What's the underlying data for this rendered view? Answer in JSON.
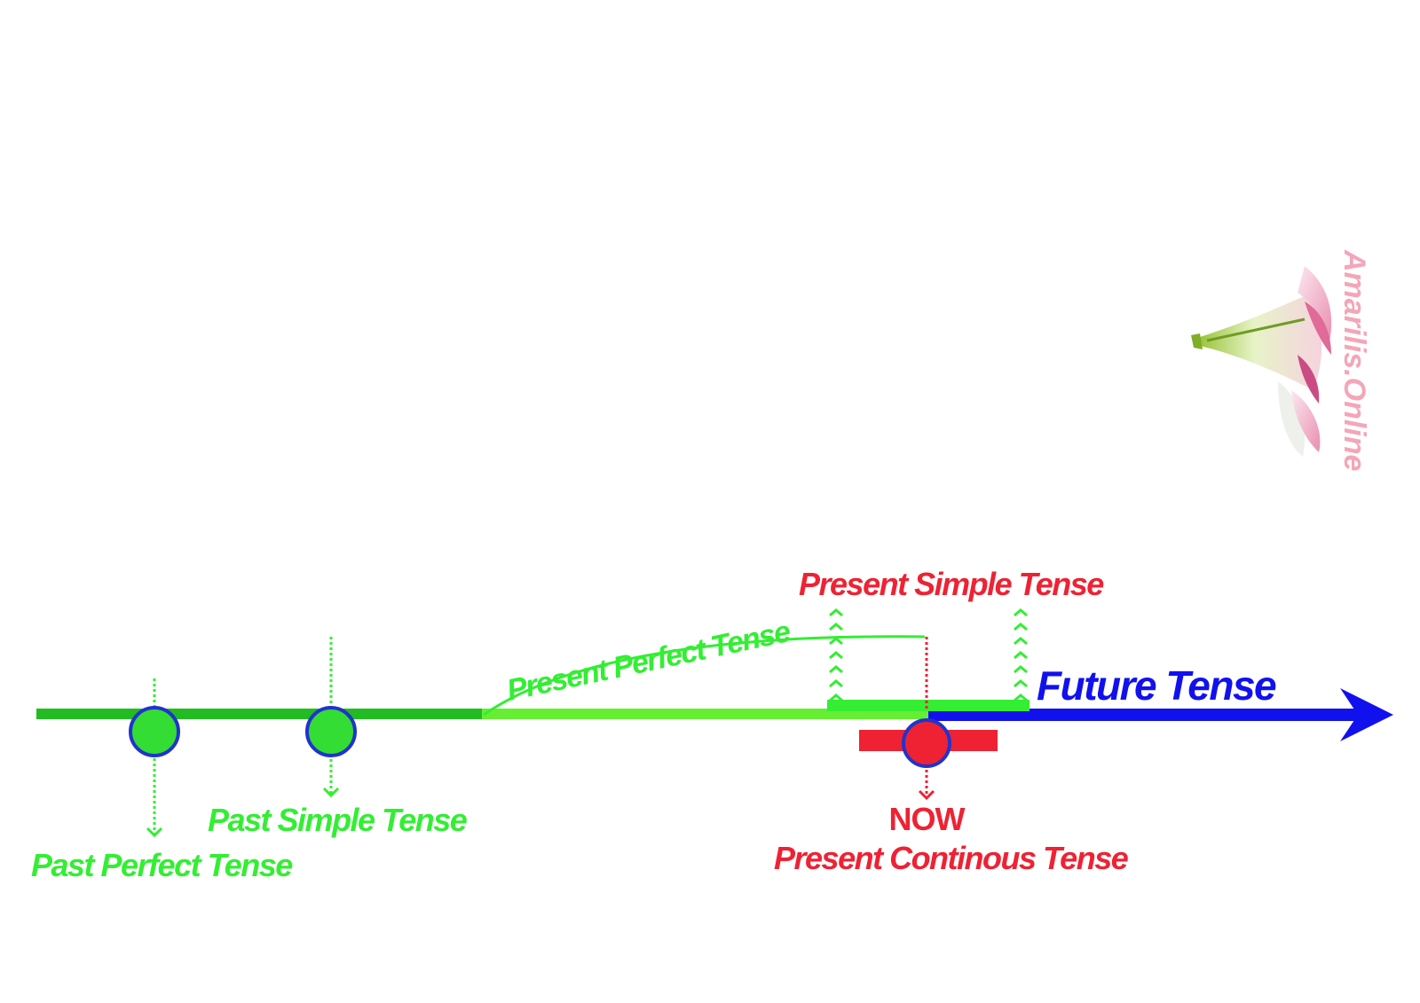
{
  "colors": {
    "past": "#22bb22",
    "past_light": "#66ee33",
    "label_green": "#33ee33",
    "present": "#ee2233",
    "future": "#1111ee",
    "circle_edge": "#2233cc",
    "brand": "#f4a6b8"
  },
  "labels": {
    "past_perfect": "Past Perfect Tense",
    "past_simple": "Past Simple Tense",
    "present_perfect": "Present Perfect Tense",
    "present_simple": "Present Simple Tense",
    "future": "Future Tense",
    "now": "NOW",
    "present_continuous": "Present Continous Tense"
  },
  "brand": {
    "name": "Amarilis.Online",
    "logo_icon": "amaryllis-flower-icon"
  }
}
